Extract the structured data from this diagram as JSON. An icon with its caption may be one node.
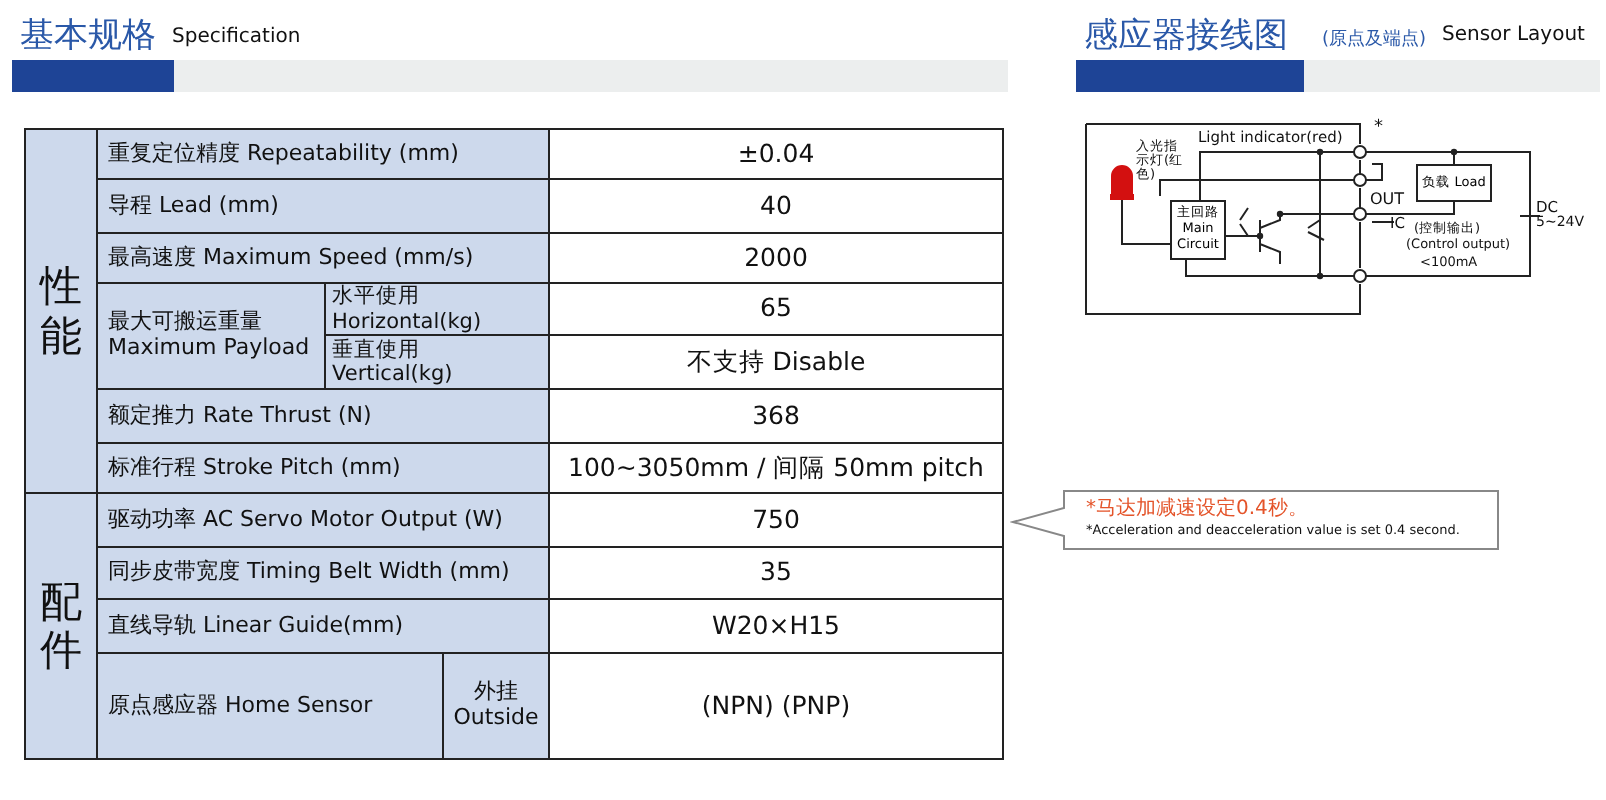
{
  "diagram": {
    "nodes": [
      {
        "text": [
          "主回路 Main Circuit"
        ]
      },
      {
        "text": [
          "负载 Load"
        ]
      },
      {
        "text": [
          "*马达加减速设定0.4秒。",
          "*Acceleration and deacceleration value is set 0.4 second."
        ]
      }
    ],
    "labels": [
      "基本规格",
      "Specification",
      "感应器接线图",
      "(原点及端点)",
      "Sensor Layout",
      "性能",
      "重复定位精度 Repeatability (mm)",
      "±0.04",
      "导程 Lead (mm)",
      "40",
      "最高速度 Maximum Speed (mm/s)",
      "2000",
      "最大可搬运重量 Maximum Payload",
      "水平使用 Horizontal(kg)",
      "65",
      "垂直使用 Vertical(kg)",
      "不支持 Disable",
      "额定推力 Rate Thrust (N)",
      "368",
      "标准行程 Stroke Pitch (mm)",
      "100~3050mm / 间隔 50mm pitch",
      "配件",
      "驱动功率 AC Servo Motor Output (W)",
      "750",
      "同步皮带宽度 Timing Belt Width (mm)",
      "35",
      "直线导轨 Linear Guide(mm)",
      "W20×H15",
      "原点感应器 Home Sensor",
      "外挂 Outside",
      "(NPN) (PNP)",
      "Light indicator(red)",
      "入光指示灯(红色)",
      "*",
      "OUT",
      "IC",
      "(控制输出)",
      "(Control output)",
      "<100mA",
      "DC",
      "5~24V"
    ]
  }
}
